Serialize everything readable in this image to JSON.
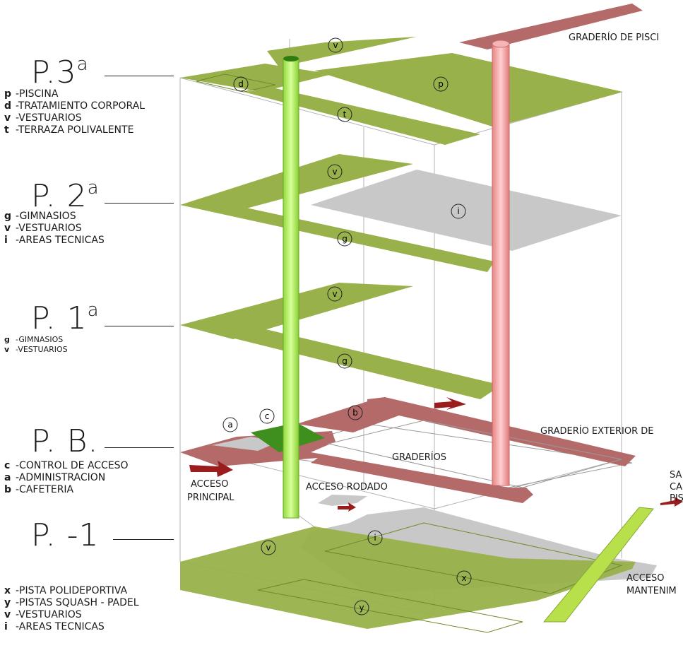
{
  "floors": [
    {
      "id": "p3",
      "title": "P.3",
      "sup": "a",
      "legend": [
        {
          "code": "p",
          "text": "-PISCINA"
        },
        {
          "code": "d",
          "text": "-TRATAMIENTO CORPORAL"
        },
        {
          "code": "v",
          "text": "-VESTUARIOS"
        },
        {
          "code": "t",
          "text": "-TERRAZA POLIVALENTE"
        }
      ]
    },
    {
      "id": "p2",
      "title": "P. 2",
      "sup": "a",
      "legend": [
        {
          "code": "g",
          "text": "-GIMNASIOS"
        },
        {
          "code": "v",
          "text": "-VESTUARIOS"
        },
        {
          "code": "i",
          "text": "-AREAS TECNICAS"
        }
      ]
    },
    {
      "id": "p1",
      "title": "P. 1",
      "sup": "a",
      "legend": [
        {
          "code": "g",
          "text": "-GIMNASIOS"
        },
        {
          "code": "v",
          "text": "-VESTUARIOS"
        }
      ]
    },
    {
      "id": "pb",
      "title": "P. B.",
      "sup": "",
      "legend": [
        {
          "code": "c",
          "text": "-CONTROL DE ACCESO"
        },
        {
          "code": "a",
          "text": "-ADMINISTRACION"
        },
        {
          "code": "b",
          "text": "-CAFETERIA"
        }
      ]
    },
    {
      "id": "pm1",
      "title": "P. -1",
      "sup": "",
      "legend": [
        {
          "code": "x",
          "text": "-PISTA POLIDEPORTIVA"
        },
        {
          "code": "y",
          "text": "-PISTAS SQUASH - PADEL"
        },
        {
          "code": "v",
          "text": "-VESTUARIOS"
        },
        {
          "code": "i",
          "text": "-AREAS TECNICAS"
        }
      ]
    }
  ],
  "zone_markers": {
    "p3_v": "v",
    "p3_d": "d",
    "p3_p": "p",
    "p3_t": "t",
    "p2_v": "v",
    "p2_i": "i",
    "p2_g": "g",
    "p1_v": "v",
    "p1_g": "g",
    "pb_a": "a",
    "pb_c": "c",
    "pb_b": "b",
    "pm1_i": "i",
    "pm1_v": "v",
    "pm1_x": "x",
    "pm1_y": "y"
  },
  "annotations": {
    "graderio_piscina": "GRADERÍO DE PISCI",
    "graderio_exterior": "GRADERÍO EXTERIOR DE",
    "graderios": "GRADERÍOS",
    "acceso_principal_1": "ACCESO",
    "acceso_principal_2": "PRINCIPAL",
    "acceso_rodado": "ACCESO RODADO",
    "sala_1": "SA",
    "sala_2": "CA",
    "sala_3": "PIS",
    "acceso_mant_1": "ACCESO ",
    "acceso_mant_2": "MANTENIM"
  },
  "colors": {
    "green_slab": "#99b14a",
    "grey_slab": "#c8c8c8",
    "red_slab": "#b56a6a",
    "dark_green": "#3e8f1e",
    "green_column": "#a8ee4a",
    "pink_column": "#f29a9a",
    "arrow": "#9b1c1c",
    "box_line": "#aaaaaa"
  }
}
